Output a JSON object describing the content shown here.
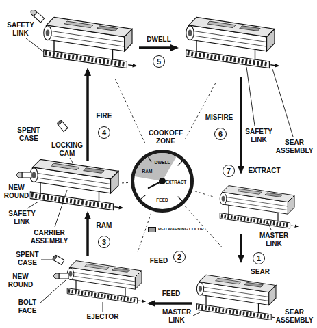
{
  "diagram": {
    "nodes": [
      {
        "text": [
          "5"
        ]
      },
      {
        "text": [
          "4"
        ]
      },
      {
        "text": [
          "6"
        ]
      },
      {
        "text": [
          "7"
        ]
      },
      {
        "text": [
          "COOKOFF ZONE",
          "RAM",
          "DWELL",
          "EXTRACT",
          "FEED"
        ]
      },
      {
        "text": [
          "3"
        ]
      },
      {
        "text": [
          "2"
        ]
      },
      {
        "text": [
          "1"
        ]
      }
    ],
    "labels": [
      "SAFETY LINK",
      "DWELL",
      "FIRE",
      "MISFIRE",
      "SAFETY LINK",
      "SEAR ASSEMBLY",
      "SPENT CASE",
      "EXTRACT",
      "LOCKING CAM",
      "NEW ROUND",
      "SAFETY LINK",
      "CARRIER ASSEMBLY",
      "RAM",
      "MASTER LINK",
      "SPENT CASE",
      "FEED",
      "SEAR",
      "NEW ROUND",
      "EJECTOR",
      "BOLT FACE",
      "FEED",
      "MASTER LINK",
      "SEAR ASSEMBLY"
    ],
    "legend": [
      {
        "text": "RED WARNING COLOR",
        "color": "#9a9a9a"
      }
    ]
  }
}
